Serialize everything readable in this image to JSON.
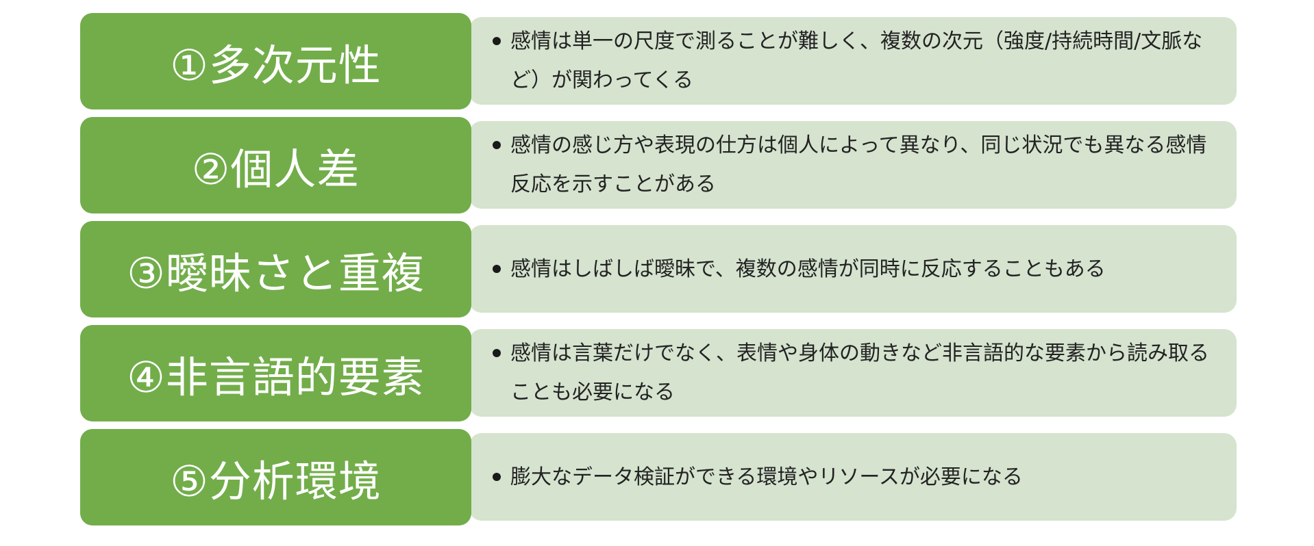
{
  "items": [
    {
      "label": "①多次元性",
      "description": "感情は単一の尺度で測ることが難しく、複数の次元（強度/持続時間/文脈など）が関わってくる"
    },
    {
      "label": "②個人差",
      "description": "感情の感じ方や表現の仕方は個人によって異なり、同じ状況でも異なる感情反応を示すことがある"
    },
    {
      "label": "③曖昧さと重複",
      "description": "感情はしばしば曖昧で、複数の感情が同時に反応することもある"
    },
    {
      "label": "④非言語的要素",
      "description": "感情は言葉だけでなく、表情や身体の動きなど非言語的な要素から読み取ることも必要になる"
    },
    {
      "label": "⑤分析環境",
      "description": "膨大なデータ検証ができる環境やリソースが必要になる"
    }
  ],
  "colors": {
    "label_bg": "#72ad4a",
    "description_bg": "#d5e3cf",
    "label_text": "#ffffff",
    "description_text": "#222222"
  }
}
